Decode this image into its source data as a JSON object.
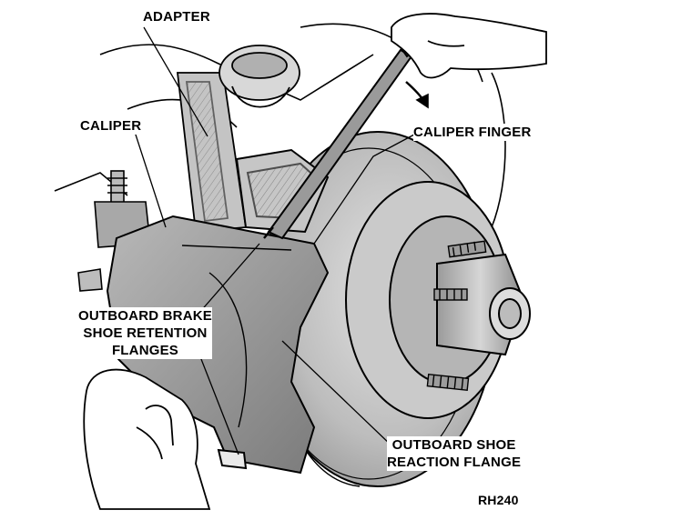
{
  "labels": {
    "adapter": "ADAPTER",
    "caliper": "CALIPER",
    "caliper_finger": "CALIPER FINGER",
    "outboard_brake": {
      "line1": "OUTBOARD BRAKE",
      "line2": "SHOE RETENTION",
      "line3": "FLANGES"
    },
    "outboard_shoe": {
      "line1": "OUTBOARD SHOE",
      "line2": "REACTION FLANGE"
    },
    "figure_code": "RH240"
  },
  "colors": {
    "ink": "#000000",
    "metal_light": "#cfcfcf",
    "metal_mid": "#a9a9a9",
    "metal_dark": "#7d7d7d",
    "background": "#ffffff"
  }
}
